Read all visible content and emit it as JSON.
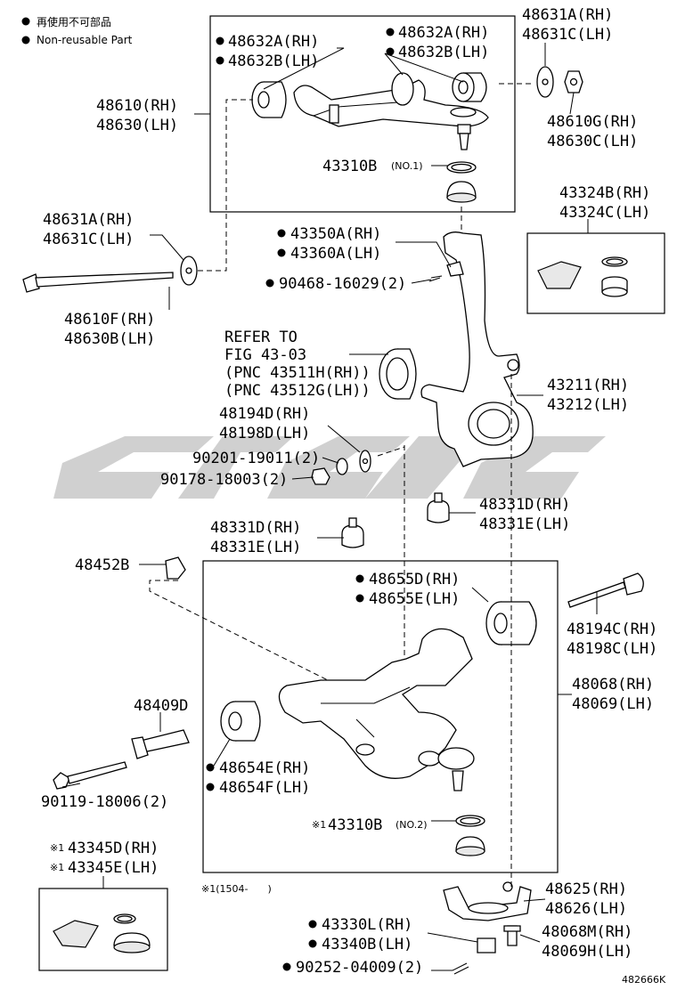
{
  "legend": {
    "jp_text": "再使用不可部品",
    "en_text": "Non-reusable Part"
  },
  "labels": {
    "upper_arm_bush_left": [
      "48632A(RH)",
      "48632B(LH)"
    ],
    "upper_arm_bush_right": [
      "48632A(RH)",
      "48632B(LH)"
    ],
    "upper_plate": [
      "48631A(RH)",
      "48631C(LH)"
    ],
    "upper_arm": [
      "48610(RH)",
      "48630(LH)"
    ],
    "upper_nut": [
      "48610G(RH)",
      "48630C(LH)"
    ],
    "upper_boot_ring": [
      "43310B"
    ],
    "upper_boot_ring_note": "(NO.1)",
    "upper_boot_kit": [
      "43324B(RH)",
      "43324C(LH)"
    ],
    "left_plate": [
      "48631A(RH)",
      "48631C(LH)"
    ],
    "upper_nut_knuckle": [
      "43350A(RH)",
      "43360A(LH)"
    ],
    "cotter_pin_upper": [
      "90468-16029(2)"
    ],
    "upper_bolt": [
      "48610F(RH)",
      "48630B(LH)"
    ],
    "refer": [
      "REFER TO",
      "FIG 43-03",
      "(PNC 43511H(RH))",
      "(PNC 43512G(LH))"
    ],
    "knuckle": [
      "43211(RH)",
      "43212(LH)"
    ],
    "cam_plate": [
      "48194D(RH)",
      "48198D(LH)"
    ],
    "washer": [
      "90201-19011(2)"
    ],
    "nut": [
      "90178-18003(2)"
    ],
    "stopper_right": [
      "48331D(RH)",
      "48331E(LH)"
    ],
    "stopper_left": [
      "48331D(RH)",
      "48331E(LH)"
    ],
    "cap": [
      "48452B"
    ],
    "lower_bush_rear": [
      "48655D(RH)",
      "48655E(LH)"
    ],
    "cam_bolt": [
      "48194C(RH)",
      "48198C(LH)"
    ],
    "lower_arm": [
      "48068(RH)",
      "48069(LH)"
    ],
    "lower_bolt": [
      "48409D"
    ],
    "lower_bush_front": [
      "48654E(RH)",
      "48654F(LH)"
    ],
    "lower_bolt_nut": [
      "90119-18006(2)"
    ],
    "lower_boot_ring": [
      "43310B"
    ],
    "lower_boot_ring_mark": "※1",
    "lower_boot_ring_note": "(NO.2)",
    "lower_boot_kit": [
      "43345D(RH)",
      "43345E(LH)"
    ],
    "lower_boot_kit_marks": [
      "※1",
      "※1"
    ],
    "footnote": "※1(1504-　　)",
    "ball_joint": [
      "48625(RH)",
      "48626(LH)"
    ],
    "lower_nut_knuckle": [
      "43330L(RH)",
      "43340B(LH)"
    ],
    "ball_bolt": [
      "48068M(RH)",
      "48069H(LH)"
    ],
    "cotter_pin_lower": [
      "90252-04009(2)"
    ],
    "figure_id": "482666K"
  }
}
